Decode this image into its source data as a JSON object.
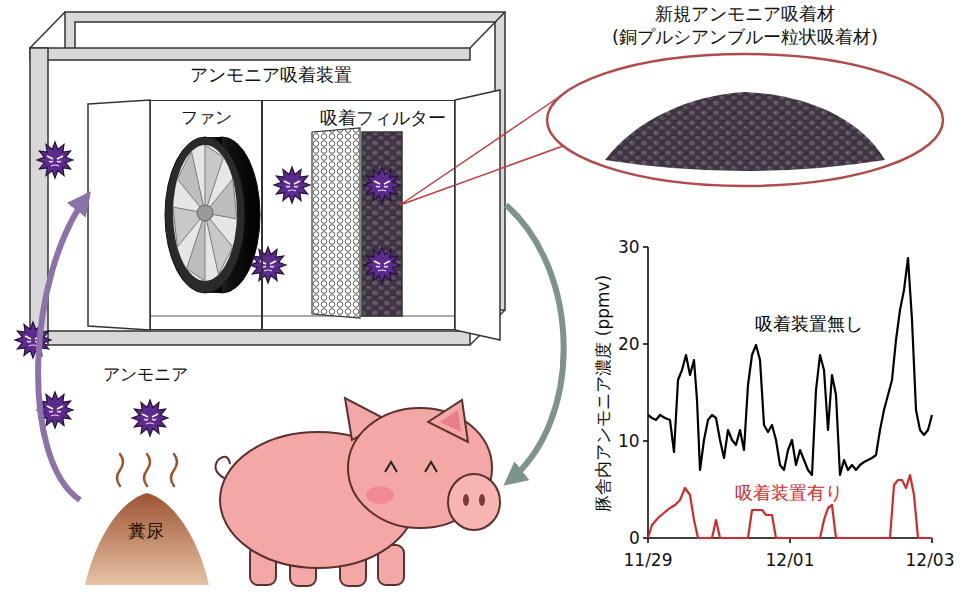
{
  "diagram": {
    "nodes": [
      {
        "text": [
          "アンモニア吸着装置"
        ]
      },
      {
        "text": [
          "ファン"
        ],
        "in": 0
      },
      {
        "text": [
          "吸着フィルター"
        ],
        "in": 0
      },
      {
        "text": [
          "新規アンモニア吸着材 (銅プルシアンブルー粒状吸着材)"
        ]
      },
      {
        "text": [
          "糞尿"
        ]
      }
    ],
    "edges": [
      {
        "from": 4,
        "to": 0,
        "arrow": "to"
      },
      {
        "from": 2,
        "to": 3,
        "arrow": "none"
      }
    ],
    "labels": [
      "アンモニア",
      "豚舎内アンモニア濃度 (ppmv)",
      "30",
      "20",
      "10",
      "0",
      "11/29",
      "12/01",
      "12/03",
      "吸着装置無し",
      "吸着装置有り"
    ]
  }
}
